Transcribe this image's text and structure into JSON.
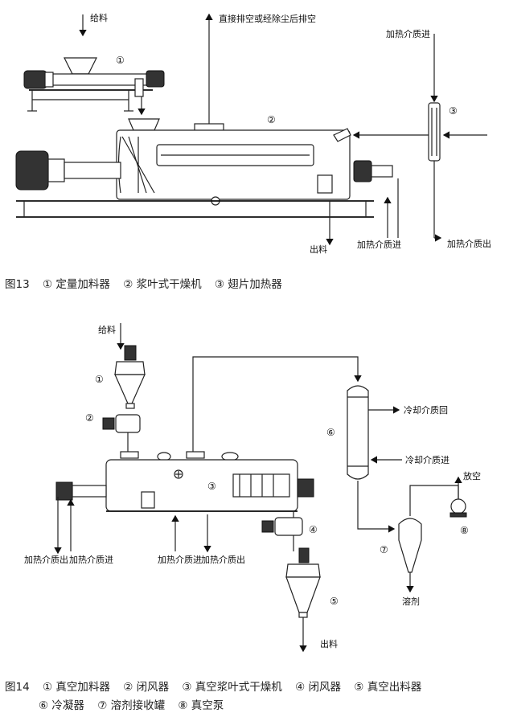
{
  "figure13": {
    "labels": {
      "feed": "给料",
      "exhaust": "直接排空或经除尘后排空",
      "heat_in_top": "加热介质进",
      "discharge": "出料",
      "heat_in_bottom": "加热介质进",
      "heat_out": "加热介质出"
    },
    "markers": [
      "①",
      "②",
      "③"
    ],
    "caption": {
      "fig": "图13",
      "items": [
        "① 定量加料器",
        "② 浆叶式干燥机",
        "③ 翅片加热器"
      ]
    }
  },
  "figure14": {
    "labels": {
      "feed": "给料",
      "cool_return": "冷却介质回",
      "cool_in": "冷却介质进",
      "vent": "放空",
      "heat_out_left": "加热介质出",
      "heat_in_left": "加热介质进",
      "heat_in_mid": "加热介质进",
      "heat_out_mid": "加热介质出",
      "solvent": "溶剂",
      "discharge": "出料"
    },
    "markers": [
      "①",
      "②",
      "③",
      "④",
      "⑤",
      "⑥",
      "⑦",
      "⑧"
    ],
    "caption": {
      "fig": "图14",
      "line1": [
        "① 真空加料器",
        "② 闭风器",
        "③ 真空浆叶式干燥机",
        "④ 闭风器",
        "⑤ 真空出料器"
      ],
      "line2": [
        "⑥ 冷凝器",
        "⑦ 溶剂接收罐",
        "⑧ 真空泵"
      ]
    }
  }
}
